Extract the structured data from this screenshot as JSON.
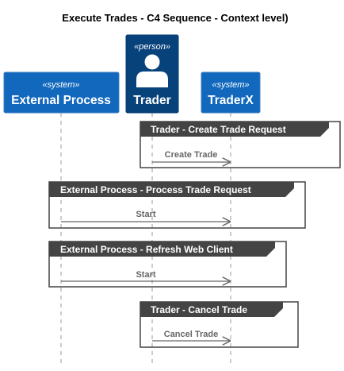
{
  "diagram": {
    "title": "Execute Trades - C4 Sequence - Context level)",
    "participants": {
      "external_process": {
        "stereotype": "«system»",
        "name": "External Process"
      },
      "trader": {
        "stereotype": "«person»",
        "name": "Trader"
      },
      "traderx": {
        "stereotype": "«system»",
        "name": "TraderX"
      }
    },
    "groups": [
      {
        "label": "Trader - Create Trade Request",
        "message": "Create Trade"
      },
      {
        "label": "External Process - Process Trade Request",
        "message": "Start"
      },
      {
        "label": "External Process - Refresh Web Client",
        "message": "Start"
      },
      {
        "label": "Trader - Cancel Trade",
        "message": "Cancel Trade"
      }
    ]
  },
  "colors": {
    "system_blue": "#1168bd",
    "person_navy": "#08427b",
    "group_header": "#444444",
    "lifeline": "#999999",
    "arrow": "#666666"
  }
}
